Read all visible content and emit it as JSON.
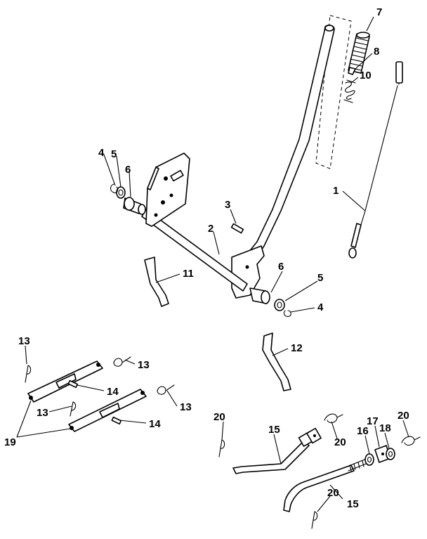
{
  "callouts": {
    "c1": "1",
    "c2": "2",
    "c3": "3",
    "c4a": "4",
    "c4b": "4",
    "c5a": "5",
    "c5b": "5",
    "c6a": "6",
    "c6b": "6",
    "c7": "7",
    "c8": "8",
    "c10": "10",
    "c11": "11",
    "c12": "12",
    "c13a": "13",
    "c13b": "13",
    "c13c": "13",
    "c13d": "13",
    "c14a": "14",
    "c14b": "14",
    "c15a": "15",
    "c15b": "15",
    "c16": "16",
    "c17": "17",
    "c18": "18",
    "c19": "19",
    "c20a": "20",
    "c20b": "20",
    "c20c": "20",
    "c20d": "20"
  }
}
